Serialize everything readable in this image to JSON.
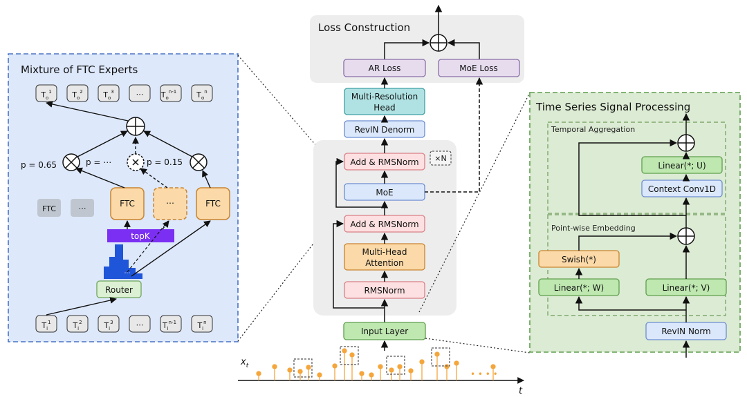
{
  "left_panel": {
    "title": "Mixture of FTC Experts",
    "output_tokens": [
      {
        "base": "T",
        "sub": "o",
        "sup": "1"
      },
      {
        "base": "T",
        "sub": "o",
        "sup": "2"
      },
      {
        "base": "T",
        "sub": "o",
        "sup": "3"
      },
      {
        "base": "⋯",
        "sub": "",
        "sup": ""
      },
      {
        "base": "T",
        "sub": "o",
        "sup": "n-1"
      },
      {
        "base": "T",
        "sub": "o",
        "sup": "n"
      }
    ],
    "input_tokens": [
      {
        "base": "T",
        "sub": "i",
        "sup": "1"
      },
      {
        "base": "T",
        "sub": "i",
        "sup": "2"
      },
      {
        "base": "T",
        "sub": "i",
        "sup": "3"
      },
      {
        "base": "⋯",
        "sub": "",
        "sup": ""
      },
      {
        "base": "T",
        "sub": "i",
        "sup": "n-1"
      },
      {
        "base": "T",
        "sub": "i",
        "sup": "n"
      }
    ],
    "p_left": "p = 0.65",
    "p_mid": "p = ⋯",
    "p_right": "p = 0.15",
    "ftc_inactive": "FTC",
    "ellipsis_inactive": "⋯",
    "ftc_left": "FTC",
    "ftc_mid": "⋯",
    "ftc_right": "FTC",
    "topk": "topK",
    "router": "Router",
    "hist_dots": "⋯"
  },
  "center": {
    "loss_title": "Loss Construction",
    "ar_loss": "AR Loss",
    "moe_loss": "MoE Loss",
    "head_line1": "Multi-Resolution",
    "head_line2": "Head",
    "revin_denorm": "RevIN Denorm",
    "add_rms_top": "Add & RMSNorm",
    "repeat": "×N",
    "moe": "MoE",
    "add_rms_bottom": "Add & RMSNorm",
    "mha_line1": "Multi-Head",
    "mha_line2": "Attention",
    "rmsnorm": "RMSNorm",
    "input_layer": "Input Layer",
    "x_label": "x",
    "x_sub": "t",
    "t_label": "t",
    "signal_dots": "• • • •"
  },
  "right_panel": {
    "title": "Time Series Signal Processing",
    "temporal": "Temporal Aggregation",
    "linear_u": "Linear(*; U)",
    "context_conv": "Context Conv1D",
    "pointwise": "Point-wise Embedding",
    "swish": "Swish(*)",
    "linear_w": "Linear(*; W)",
    "linear_v": "Linear(*; V)",
    "revin_norm": "RevIN Norm"
  },
  "colors": {
    "blue_panel": "#dde8fb",
    "green_panel": "#dcebd3",
    "grey_panel": "#ededed",
    "pink": "#fde0e1",
    "light_blue": "#dbe8fb",
    "orange": "#fbd9a8",
    "teal": "#b0e2e3",
    "purple": "#e6dcee",
    "green": "#bfe8b1",
    "topk": "#7b2ff2",
    "signal": "#f4a63c"
  }
}
